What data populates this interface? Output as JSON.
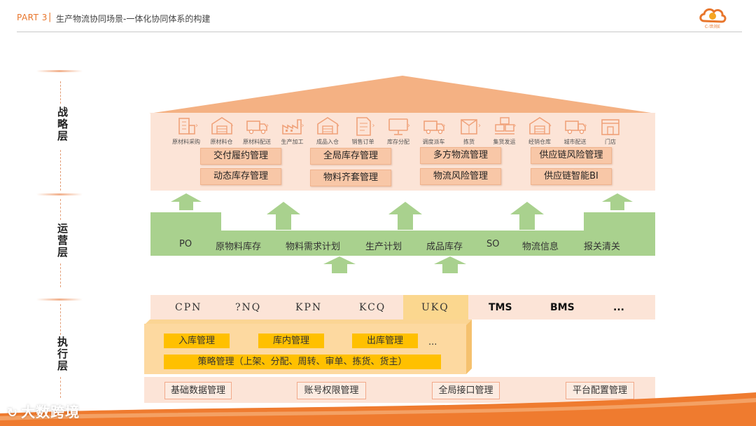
{
  "header": {
    "part": "PART 3",
    "separator": "|",
    "title": "生产物流协同场景-一体化协同体系的构建",
    "logo_text": "C-世间E"
  },
  "layers": {
    "strategy": "战略层",
    "operations": "运营层",
    "execution": "执行层"
  },
  "strategy": {
    "process_steps": [
      {
        "icon": "building-icon",
        "label": "原材料采购"
      },
      {
        "icon": "warehouse-icon",
        "label": "原材料仓"
      },
      {
        "icon": "truck-icon",
        "label": "原材料配送"
      },
      {
        "icon": "factory-icon",
        "label": "生产加工"
      },
      {
        "icon": "warehouse-icon",
        "label": "成品入仓"
      },
      {
        "icon": "document-icon",
        "label": "销售订单"
      },
      {
        "icon": "monitor-icon",
        "label": "库存分配"
      },
      {
        "icon": "truck-icon",
        "label": "调度派车"
      },
      {
        "icon": "package-icon",
        "label": "拣货"
      },
      {
        "icon": "boxes-icon",
        "label": "集货发运"
      },
      {
        "icon": "warehouse-icon",
        "label": "经销仓库"
      },
      {
        "icon": "truck-icon",
        "label": "城市配送"
      },
      {
        "icon": "store-icon",
        "label": "门店"
      }
    ],
    "boxes": [
      "交付履约管理",
      "全局库存管理",
      "多方物流管理",
      "供应链风险管理",
      "动态库存管理",
      "物料齐套管理",
      "物流风险管理",
      "供应链智能BI"
    ]
  },
  "operations": {
    "items": [
      "PO",
      "原物料库存",
      "物料需求计划",
      "生产计划",
      "成品库存",
      "SO",
      "物流信息",
      "报关清关"
    ]
  },
  "execution": {
    "systems": [
      "CPN",
      "?NQ",
      "KPN",
      "KCQ",
      "UKQ",
      "TMS",
      "BMS",
      "..."
    ],
    "modules": [
      "入库管理",
      "库内管理",
      "出库管理",
      "..."
    ],
    "strategy_module": "策略管理（上架、分配、周转、审单、拣货、货主）",
    "base": [
      "基础数据管理",
      "账号权限管理",
      "全局接口管理",
      "平台配置管理"
    ]
  },
  "footer": {
    "watermark": "大数跨境"
  },
  "colors": {
    "accent_orange": "#e8762c",
    "roof": "#f4b183",
    "strategy_fill": "#fce4d7",
    "strategy_box": "#f8c7a7",
    "ops_green": "#a9d18e",
    "exec_yellow": "#ffc000",
    "exec_light": "#fdd9a0"
  }
}
